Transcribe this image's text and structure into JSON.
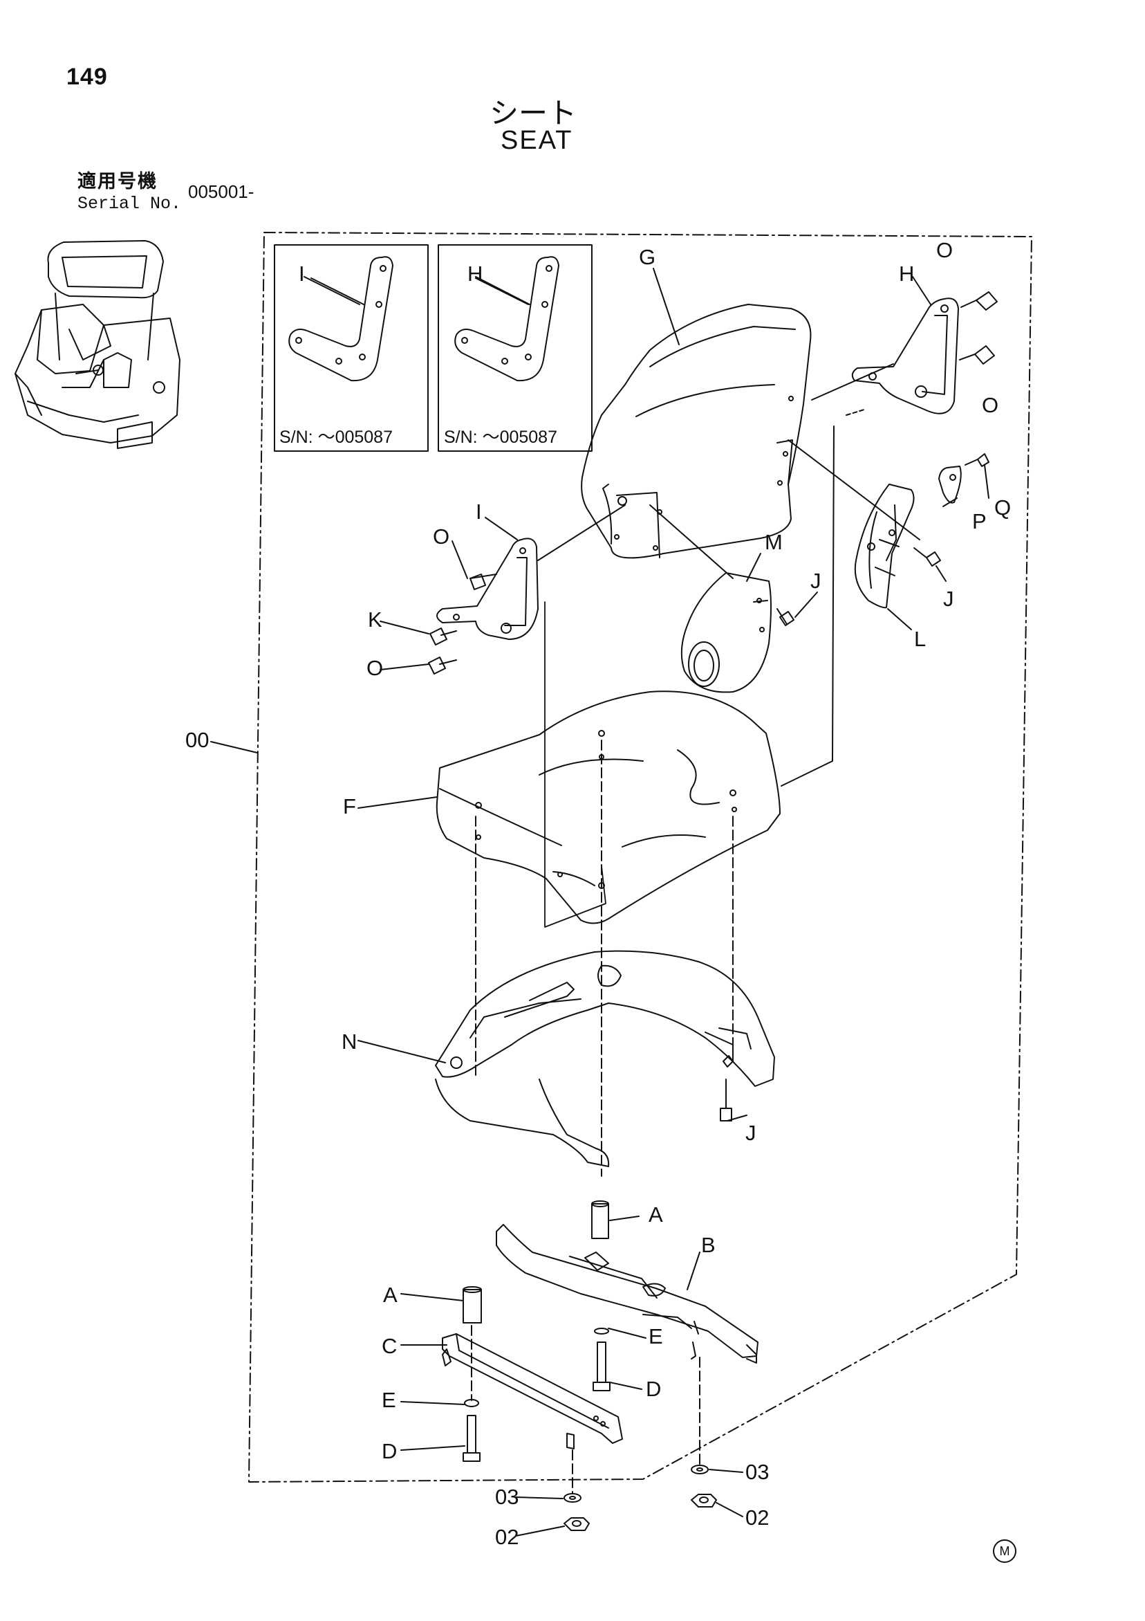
{
  "page": {
    "number": "149",
    "title_jp": "シート",
    "title_en": "SEAT",
    "serial_label_jp": "適用号機",
    "serial_label_en": "Serial No.",
    "serial_value": "005001-"
  },
  "insets": [
    {
      "label": "I",
      "sn": "S/N: ～005087"
    },
    {
      "label": "H",
      "sn": "S/N: ～005087"
    }
  ],
  "callouts": {
    "G": "G",
    "H": "H",
    "O1": "O",
    "O2": "O",
    "I": "I",
    "O3": "O",
    "K": "K",
    "O4": "O",
    "M": "M",
    "J1": "J",
    "P": "P",
    "Q": "Q",
    "J2": "J",
    "L": "L",
    "00": "00",
    "F": "F",
    "N": "N",
    "J3": "J",
    "A1": "A",
    "B": "B",
    "A2": "A",
    "C": "C",
    "E1": "E",
    "D1": "D",
    "E2": "E",
    "D2": "D",
    "03a": "03",
    "03b": "03",
    "02a": "02",
    "02b": "02"
  },
  "maker_mark": "M"
}
